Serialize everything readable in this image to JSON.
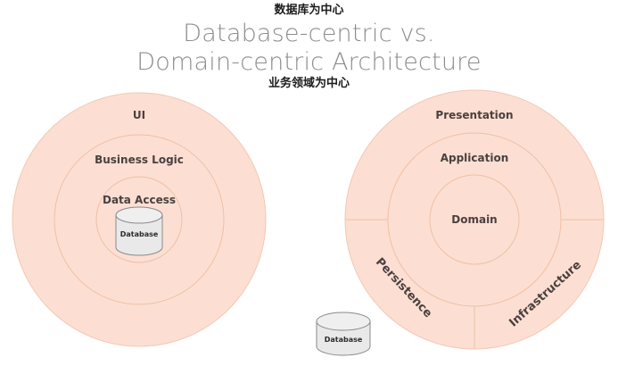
{
  "title": {
    "cn_top": "数据库为中心",
    "en_line1": "Database-centric vs.",
    "en_line2": "Domain-centric Architecture",
    "cn_bottom": "业务领域为中心"
  },
  "colors": {
    "ring_fill": "#fcdfd2",
    "ring_stroke": "#f3c7b2",
    "label_text": "#4a4040",
    "title_text": "#8d8d8d",
    "caption_text": "#1c1c1c",
    "cylinder_fill": "#e9e9e9",
    "cylinder_top_fill": "#efefef",
    "cylinder_stroke": "#8a8a8a",
    "background": "#ffffff"
  },
  "left_diagram": {
    "name": "Database-centric Architecture",
    "rings": [
      {
        "label": "UI"
      },
      {
        "label": "Business Logic"
      },
      {
        "label": "Data Access"
      }
    ],
    "database": {
      "label": "Database"
    }
  },
  "right_diagram": {
    "name": "Domain-centric Architecture",
    "rings": [
      {
        "label": "Presentation"
      },
      {
        "label": "Application"
      },
      {
        "label": "Domain"
      }
    ],
    "arc_labels": [
      {
        "label": "Persistence"
      },
      {
        "label": "Infrastructure"
      }
    ]
  },
  "bottom_database": {
    "label": "Database"
  }
}
